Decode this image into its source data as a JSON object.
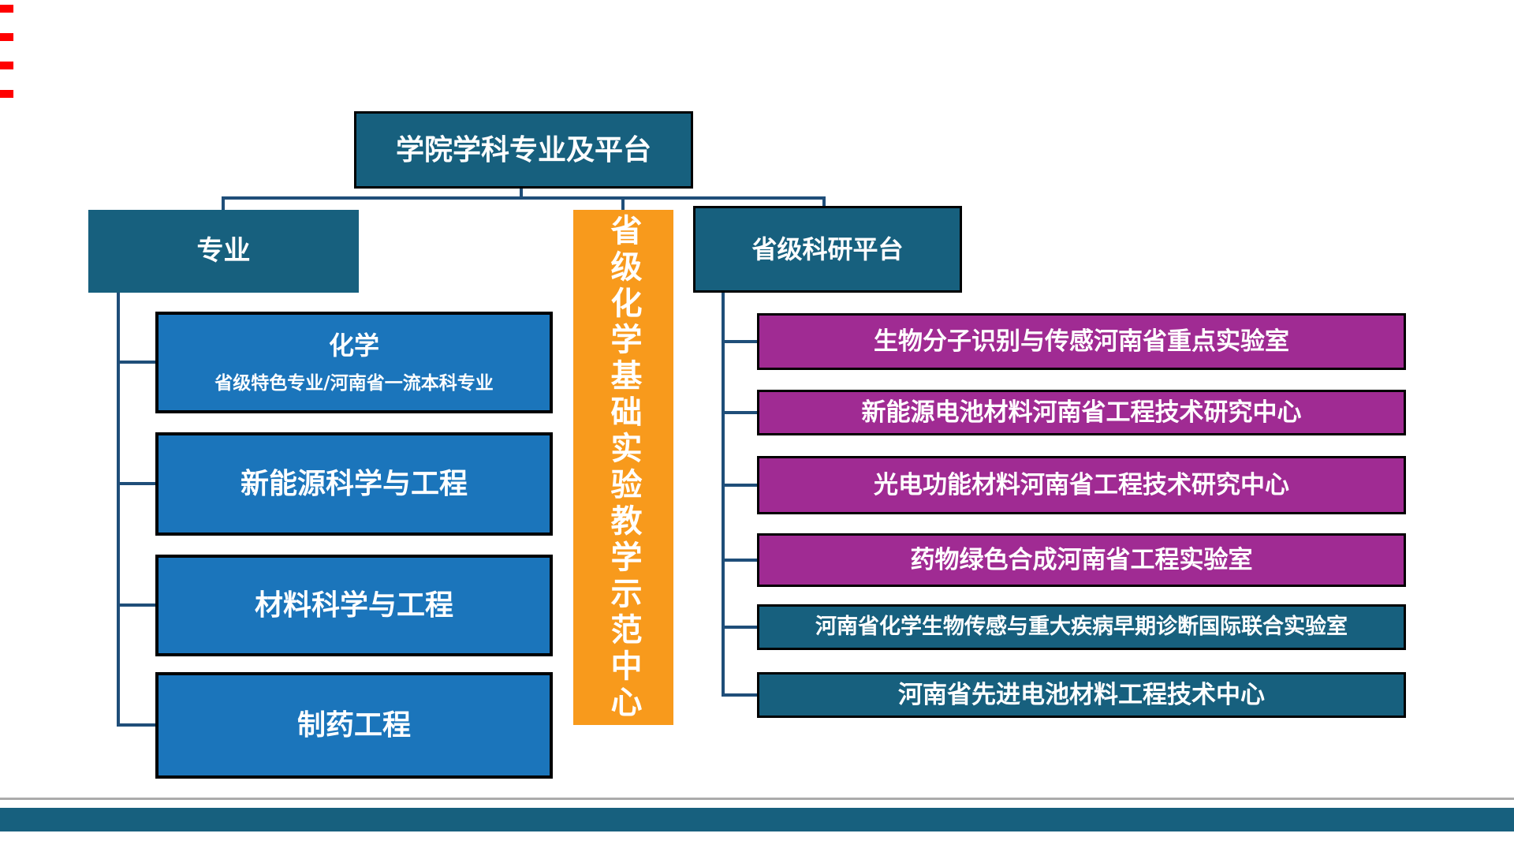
{
  "slide": {
    "title": "学院学科专业及平台"
  },
  "left_branch": {
    "header": "专业",
    "items": [
      {
        "title": "化学",
        "subtitle": "省级特色专业/河南省一流本科专业"
      },
      {
        "title": "新能源科学与工程"
      },
      {
        "title": "材料科学与工程"
      },
      {
        "title": "制药工程"
      }
    ]
  },
  "center_branch": {
    "label": "省级化学基础实验教学示范中心"
  },
  "right_branch": {
    "header": "省级科研平台",
    "items": [
      {
        "label": "生物分子识别与传感河南省重点实验室",
        "color": "purple"
      },
      {
        "label": "新能源电池材料河南省工程技术研究中心",
        "color": "purple"
      },
      {
        "label": "光电功能材料河南省工程技术研究中心",
        "color": "purple"
      },
      {
        "label": "药物绿色合成河南省工程实验室",
        "color": "purple"
      },
      {
        "label": "河南省化学生物传感与重大疾病早期诊断国际联合实验室",
        "color": "teal"
      },
      {
        "label": "河南省先进电池材料工程技术中心",
        "color": "teal"
      }
    ]
  },
  "colors": {
    "dark_teal": "#17607E",
    "blue": "#1B75BB",
    "purple": "#A02B93",
    "orange": "#F89A1C",
    "connector": "#1F4E79",
    "footer_bar": "#17607E",
    "marker_red": "#FF0000"
  }
}
